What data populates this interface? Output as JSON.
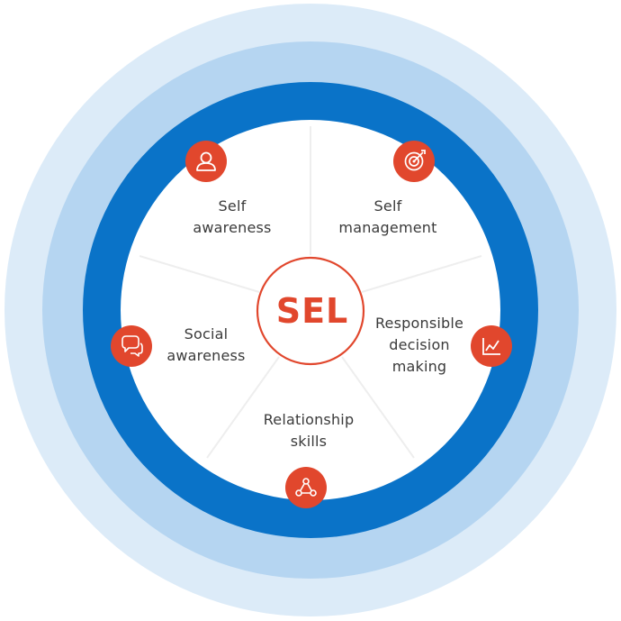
{
  "center": {
    "label": "SEL"
  },
  "competencies": [
    {
      "label": "Self\nawareness",
      "icon": "person-icon"
    },
    {
      "label": "Self\nmanagement",
      "icon": "target-icon"
    },
    {
      "label": "Responsible\ndecision\nmaking",
      "icon": "line-chart-icon"
    },
    {
      "label": "Relationship\nskills",
      "icon": "network-people-icon"
    },
    {
      "label": "Social\nawareness",
      "icon": "chat-bubbles-icon"
    }
  ],
  "colors": {
    "outer_halo": "#dcebf8",
    "middle_ring": "#b5d5f1",
    "inner_ring": "#0a73c8",
    "accent": "#e1472d",
    "divider": "#eeeeee",
    "text": "#3a3a3a"
  }
}
